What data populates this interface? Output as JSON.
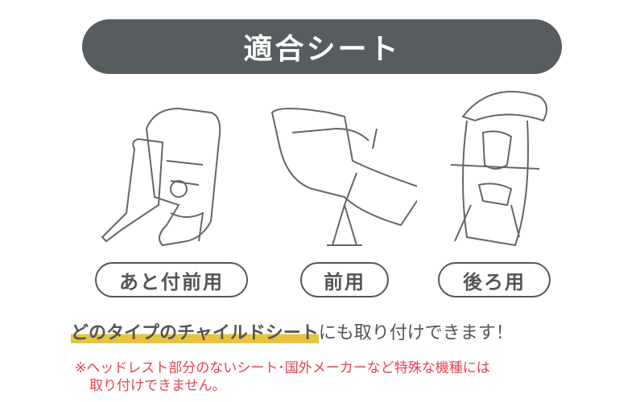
{
  "title": "適合シート",
  "seats": [
    {
      "label": "あと付前用",
      "icon": "rear-child-seat-icon"
    },
    {
      "label": "前用",
      "icon": "front-child-seat-icon"
    },
    {
      "label": "後ろ用",
      "icon": "rear-child-seat-with-canopy-icon"
    }
  ],
  "headline": {
    "highlight": "どのタイプのチャイルドシート",
    "rest": "にも取り付けできます！"
  },
  "note": {
    "line1": "※ヘッドレスト部分のないシート･国外メーカーなど特殊な機種には",
    "line2": "取り付けできません。"
  },
  "colors": {
    "banner": "#575d5e",
    "highlight": "#e6c440",
    "note": "#e8424e"
  }
}
